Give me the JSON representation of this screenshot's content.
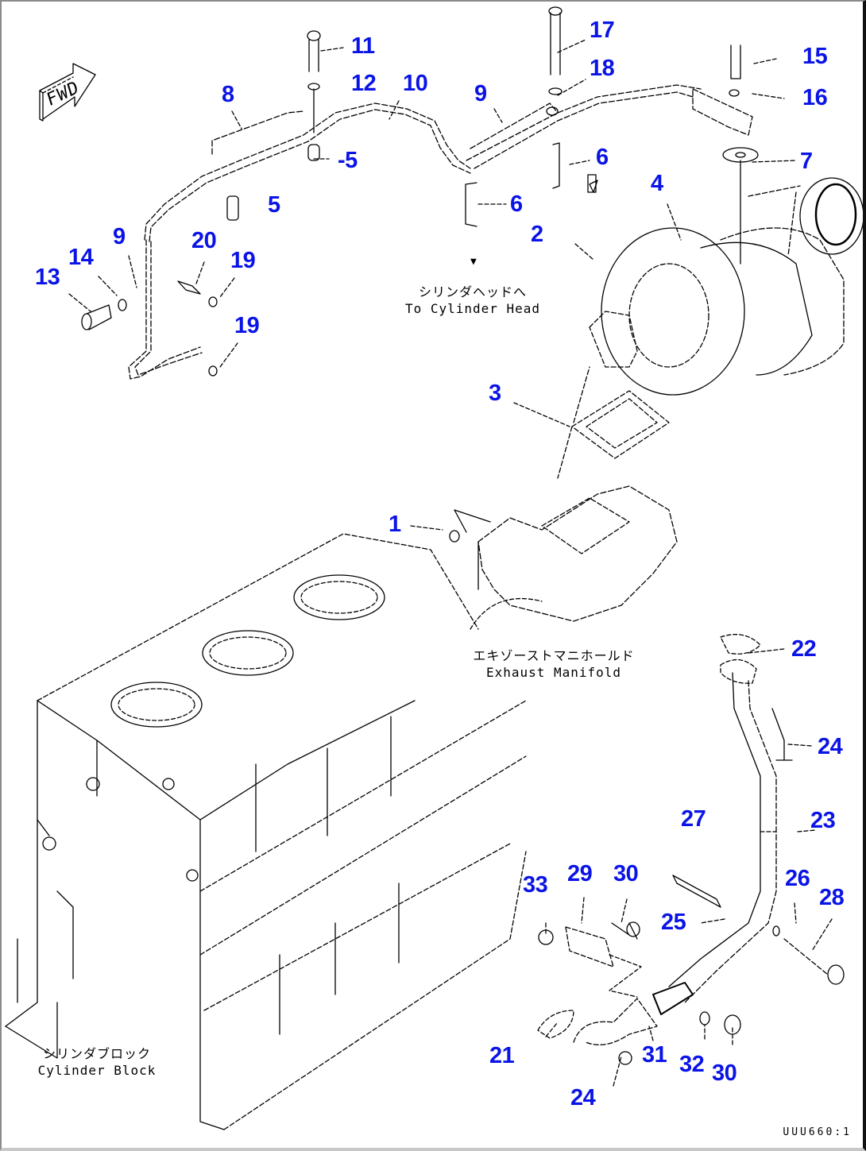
{
  "diagram": {
    "type": "exploded parts diagram",
    "subject": "Turbocharger, exhaust manifold and oil piping on cylinder block",
    "accent_color": "#0a14e6",
    "direction_marker": "FWD",
    "drawing_number": "UUU660:1"
  },
  "captions": {
    "cylinder_head": {
      "jp": "シリンダヘッドへ",
      "en": "To Cylinder Head"
    },
    "exhaust_manifold": {
      "jp": "エキゾーストマニホールド",
      "en": "Exhaust Manifold"
    },
    "cylinder_block": {
      "jp": "シリンダブロック",
      "en": "Cylinder Block"
    }
  },
  "callouts": [
    {
      "id": "c1",
      "label": "1"
    },
    {
      "id": "c2",
      "label": "2"
    },
    {
      "id": "c3",
      "label": "3"
    },
    {
      "id": "c4",
      "label": "4"
    },
    {
      "id": "c5a",
      "label": "-5"
    },
    {
      "id": "c5b",
      "label": "5"
    },
    {
      "id": "c6a",
      "label": "6"
    },
    {
      "id": "c6b",
      "label": "6"
    },
    {
      "id": "c7",
      "label": "7"
    },
    {
      "id": "c8",
      "label": "8"
    },
    {
      "id": "c9a",
      "label": "9"
    },
    {
      "id": "c9b",
      "label": "9"
    },
    {
      "id": "c10",
      "label": "10"
    },
    {
      "id": "c11",
      "label": "11"
    },
    {
      "id": "c12",
      "label": "12"
    },
    {
      "id": "c13",
      "label": "13"
    },
    {
      "id": "c14",
      "label": "14"
    },
    {
      "id": "c15",
      "label": "15"
    },
    {
      "id": "c16",
      "label": "16"
    },
    {
      "id": "c17",
      "label": "17"
    },
    {
      "id": "c18",
      "label": "18"
    },
    {
      "id": "c19a",
      "label": "19"
    },
    {
      "id": "c19b",
      "label": "19"
    },
    {
      "id": "c20",
      "label": "20"
    },
    {
      "id": "c21",
      "label": "21"
    },
    {
      "id": "c22",
      "label": "22"
    },
    {
      "id": "c23",
      "label": "23"
    },
    {
      "id": "c24a",
      "label": "24"
    },
    {
      "id": "c24b",
      "label": "24"
    },
    {
      "id": "c25",
      "label": "25"
    },
    {
      "id": "c26",
      "label": "26"
    },
    {
      "id": "c27",
      "label": "27"
    },
    {
      "id": "c28",
      "label": "28"
    },
    {
      "id": "c29",
      "label": "29"
    },
    {
      "id": "c30a",
      "label": "30"
    },
    {
      "id": "c30b",
      "label": "30"
    },
    {
      "id": "c31",
      "label": "31"
    },
    {
      "id": "c32",
      "label": "32"
    },
    {
      "id": "c33",
      "label": "33"
    }
  ]
}
